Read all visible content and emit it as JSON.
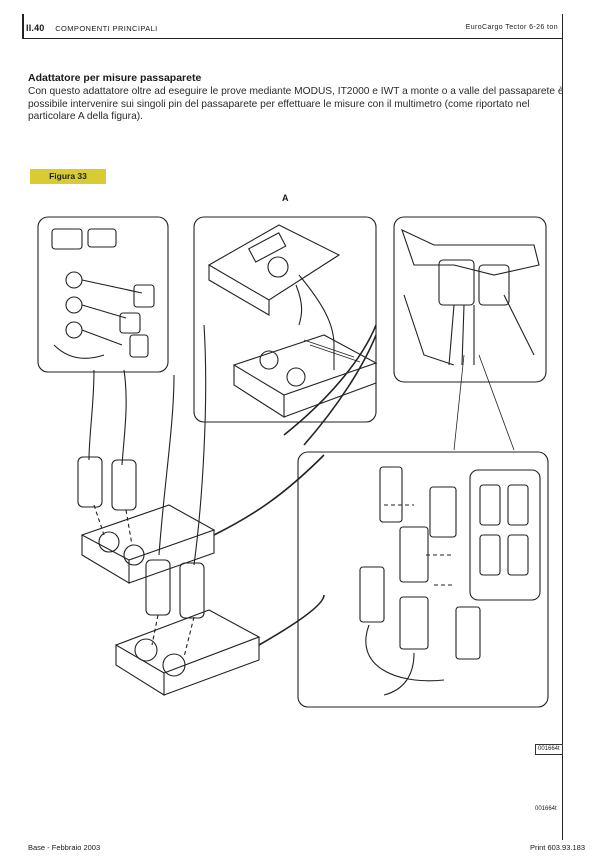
{
  "header": {
    "section_number": "II.40",
    "section_title": "COMPONENTI PRINCIPALI",
    "right_text": "EuroCargo Tector 6-26 ton"
  },
  "content": {
    "title": "Adattatore per misure passaparete",
    "paragraph": "Con questo adattatore oltre ad eseguire le prove mediante MODUS, IT2000 e IWT  a monte o a valle del passaparete è possibile intervenire sui singoli pin del passaparete per effettuare le misure con il multimetro (come riportato nel particolare A della figura)."
  },
  "figure": {
    "label": "Figura 33",
    "detail_letter": "A",
    "code_boxed": "001664t",
    "code_plain": "001664t"
  },
  "footer": {
    "left": "Base - Febbraio 2003",
    "right": "Print 603.93.183"
  }
}
